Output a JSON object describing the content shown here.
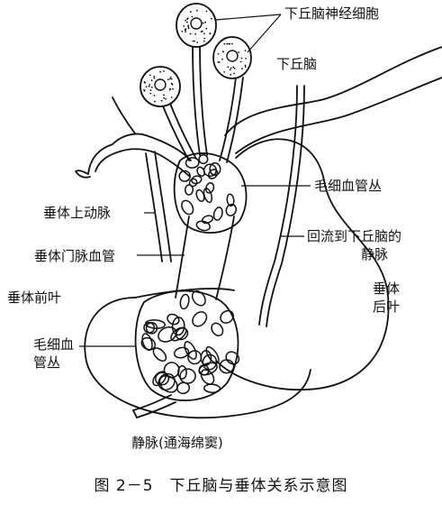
{
  "labels": {
    "neurons": "下丘脑神经细胞",
    "hypothalamus": "下丘脑",
    "capillary_upper": "毛细血管丛",
    "superior_artery": "垂体上动脉",
    "return_vein_line1": "回流到下丘脑的",
    "return_vein_line2": "静脉",
    "portal_vessel": "垂体门脉血管",
    "posterior_line1": "垂体",
    "posterior_line2": "后叶",
    "anterior": "垂体前叶",
    "capillary_lower_line1": "毛细血",
    "capillary_lower_line2": "管丛",
    "vein_sinus": "静脉(通海绵窦)"
  },
  "caption": "图 2－5　下丘脑与垂体关系示意图",
  "colors": {
    "ink": "#111111",
    "paper": "#ffffff"
  }
}
